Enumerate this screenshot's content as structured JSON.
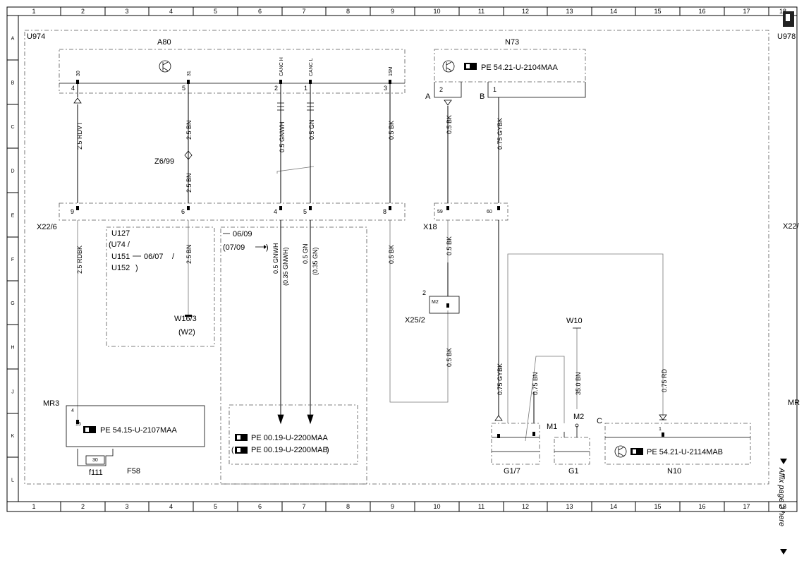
{
  "grid": {
    "columns": [
      "1",
      "2",
      "3",
      "4",
      "5",
      "6",
      "7",
      "8",
      "9",
      "10",
      "11",
      "12",
      "13",
      "14",
      "15",
      "16",
      "17",
      "18"
    ],
    "rows": [
      "A",
      "B",
      "C",
      "D",
      "E",
      "F",
      "G",
      "H",
      "J",
      "K",
      "L"
    ]
  },
  "frame_labels": {
    "left_top": "U974",
    "right_top": "U978",
    "left_mid": "X22/6",
    "right_mid": "X22/",
    "right_k": "MR"
  },
  "components": {
    "a80": {
      "name": "A80",
      "pins": [
        {
          "pin": "4",
          "sig": "30",
          "wire": "2.5 RDVT"
        },
        {
          "pin": "5",
          "sig": "31",
          "wire": "2.5 BN"
        },
        {
          "pin": "2",
          "sig": "CANC H",
          "wire": "0.5 GNWH"
        },
        {
          "pin": "1",
          "sig": "CANC L",
          "wire": "0.5 GN"
        },
        {
          "pin": "3",
          "sig": "15M",
          "wire": "0.5 BK"
        }
      ]
    },
    "n73": {
      "name": "N73",
      "ref": "PE 54.21-U-2104MAA",
      "pinA": "2",
      "pinB": "1",
      "label_a": "A",
      "label_b": "B",
      "wire_a": "0.5 BK",
      "wire_b": "0.75 GYBK"
    },
    "z6_99": {
      "name": "Z6/99",
      "wire": "2.5 BN"
    },
    "x22_6": {
      "pins": [
        "9",
        "6",
        "4",
        "5",
        "8"
      ]
    },
    "x18": {
      "name": "X18",
      "pins": [
        "59",
        "60"
      ],
      "wire": "0.5 BK"
    },
    "u127": {
      "line1": "U127",
      "line2": "(U74  /",
      "line3": "U151",
      "line3b": "06/07",
      "line3c": "/",
      "line4": "U152",
      "line4b": ")",
      "w16": "W16/3",
      "w2": "(W2)",
      "wire": "2.5 BN"
    },
    "date_box": {
      "line1": "06/09",
      "line2": "(07/09",
      "line2b": ")",
      "wire_a": "0.5 GNWH",
      "wire_a2": "(0.35 GNWH)",
      "wire_b": "0.5 GN",
      "wire_b2": "(0.35 GN)"
    },
    "left_wire": "2.5 RDBK",
    "middle_wire": "0.5 BK",
    "x25_2": {
      "name": "X25/2",
      "pin": "2",
      "box": "M2",
      "wire": "0.5 BK"
    },
    "mr3": {
      "name": "MR3",
      "pin_a": "4",
      "pin_b": "15",
      "ref": "PE 54.15-U-2107MAA",
      "fuse": "30",
      "fuse_name": "f111",
      "f58": "F58"
    },
    "pe_ref_box": {
      "ref1": "PE 00.19-U-2200MAA",
      "ref2": "PE 00.19-U-2200MAB",
      "open": "(",
      "close": ")"
    },
    "w10": "W10",
    "bottom_wires": [
      "0.75 GYBK",
      "0.75 BN",
      "35.0 BN",
      "0.75 RD"
    ],
    "g1_7": "G1/7",
    "g1": {
      "name": "G1",
      "m1": "M1",
      "m2": "M2"
    },
    "n10": {
      "name": "N10",
      "label": "C",
      "pin": "1",
      "ref": "PE 54.21-U-2114MAB"
    }
  },
  "affix_note": "Affix page 2 here",
  "colors": {
    "line": "#000000",
    "dash": "#555555",
    "background": "#ffffff"
  }
}
